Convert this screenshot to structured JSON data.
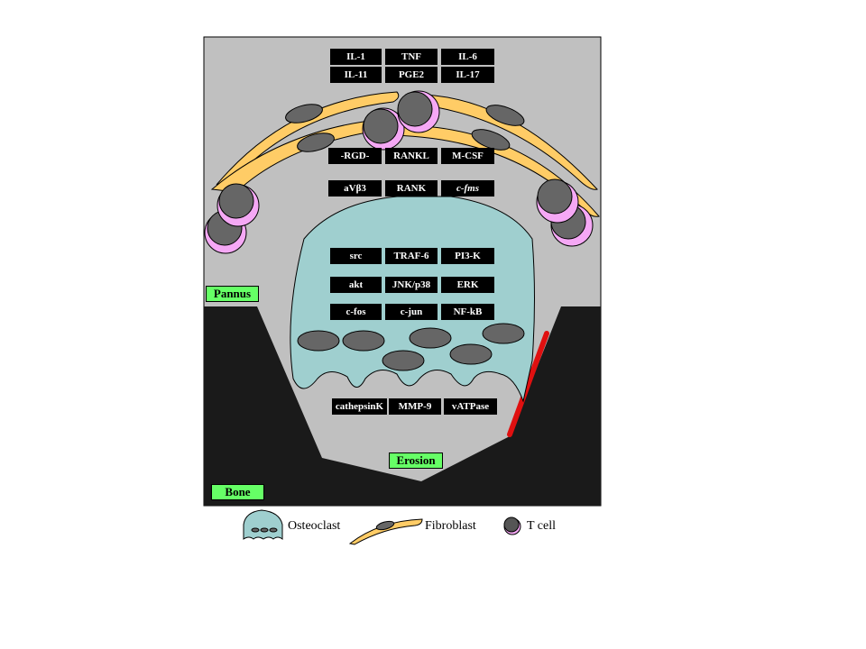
{
  "cytokines_row1": [
    "IL-1",
    "TNF",
    "IL-6"
  ],
  "cytokines_row2": [
    "IL-11",
    "PGE2",
    "IL-17"
  ],
  "ligands": [
    "-RGD-",
    "RANKL",
    "M-CSF"
  ],
  "receptors": [
    "aVβ3",
    "RANK",
    "c-fms"
  ],
  "signal_row1": [
    "src",
    "TRAF-6",
    "PI3-K"
  ],
  "signal_row2": [
    "akt",
    "JNK/p38",
    "ERK"
  ],
  "signal_row3": [
    "c-fos",
    "c-jun",
    "NF-kB"
  ],
  "effectors": [
    "cathepsinK",
    "MMP-9",
    "vATPase"
  ],
  "region_labels": {
    "pannus": "Pannus",
    "erosion": "Erosion",
    "bone": "Bone"
  },
  "legend": {
    "osteoclast": "Osteoclast",
    "fibroblast": "Fibroblast",
    "tcell": "T cell"
  },
  "colors": {
    "pannus": "#c0c0c0",
    "bone": "#1a1a1a",
    "osteoclast": "#9fcfcf",
    "fibroblast": "#ffcc66",
    "tcell_core": "#666666",
    "tcell_rim": "#f5a8f5",
    "label_bg": "#000000",
    "region_label": "#66ff66",
    "erosion_line": "#e01010"
  }
}
